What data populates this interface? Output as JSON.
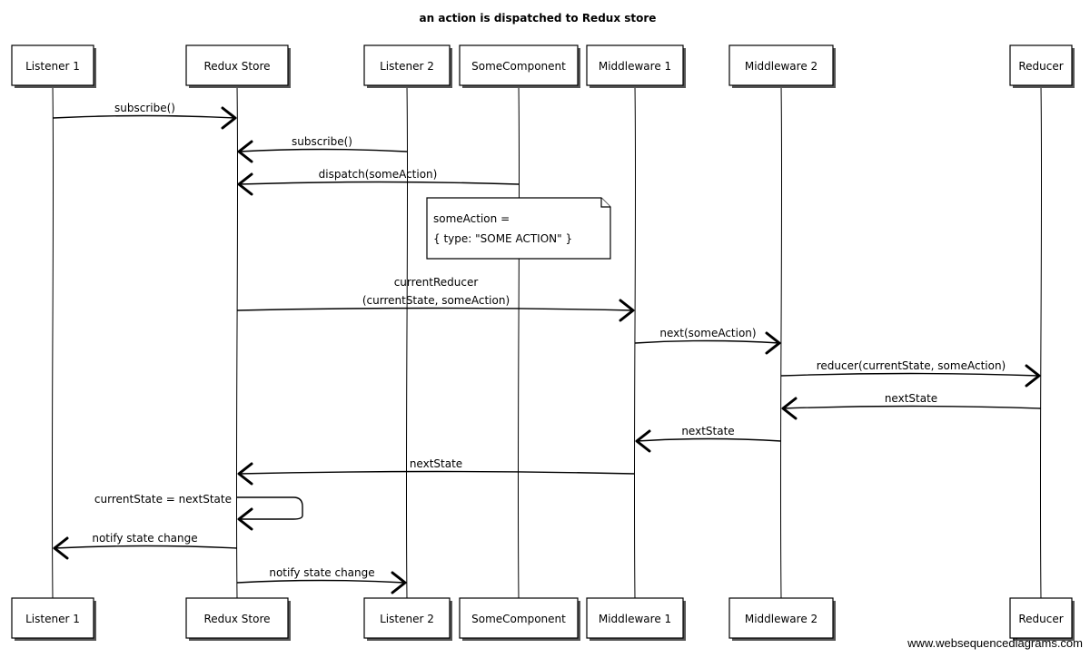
{
  "title": "an action is dispatched to Redux store",
  "participants": [
    {
      "id": "l1",
      "label": "Listener 1"
    },
    {
      "id": "rs",
      "label": "Redux Store"
    },
    {
      "id": "l2",
      "label": "Listener 2"
    },
    {
      "id": "sc",
      "label": "SomeComponent"
    },
    {
      "id": "m1",
      "label": "Middleware 1"
    },
    {
      "id": "m2",
      "label": "Middleware 2"
    },
    {
      "id": "re",
      "label": "Reducer"
    }
  ],
  "messages": [
    {
      "from": "l1",
      "to": "rs",
      "lines": [
        "subscribe()"
      ]
    },
    {
      "from": "l2",
      "to": "rs",
      "lines": [
        "subscribe()"
      ]
    },
    {
      "from": "sc",
      "to": "rs",
      "lines": [
        "dispatch(someAction)"
      ]
    },
    {
      "from": "rs",
      "to": "m1",
      "lines": [
        "currentReducer",
        "(currentState, someAction)"
      ]
    },
    {
      "from": "m1",
      "to": "m2",
      "lines": [
        "next(someAction)"
      ]
    },
    {
      "from": "m2",
      "to": "re",
      "lines": [
        "reducer(currentState, someAction)"
      ]
    },
    {
      "from": "re",
      "to": "m2",
      "lines": [
        "nextState"
      ]
    },
    {
      "from": "m2",
      "to": "m1",
      "lines": [
        "nextState"
      ]
    },
    {
      "from": "m1",
      "to": "rs",
      "lines": [
        "nextState"
      ]
    },
    {
      "from": "rs",
      "to": "rs",
      "lines": [
        "currentState = nextState"
      ]
    },
    {
      "from": "rs",
      "to": "l1",
      "lines": [
        "notify state change"
      ]
    },
    {
      "from": "rs",
      "to": "l2",
      "lines": [
        "notify state change"
      ]
    }
  ],
  "note": {
    "lines": [
      "someAction =",
      "{ type: \"SOME ACTION\" }"
    ]
  },
  "credit": "www.websequencediagrams.com"
}
